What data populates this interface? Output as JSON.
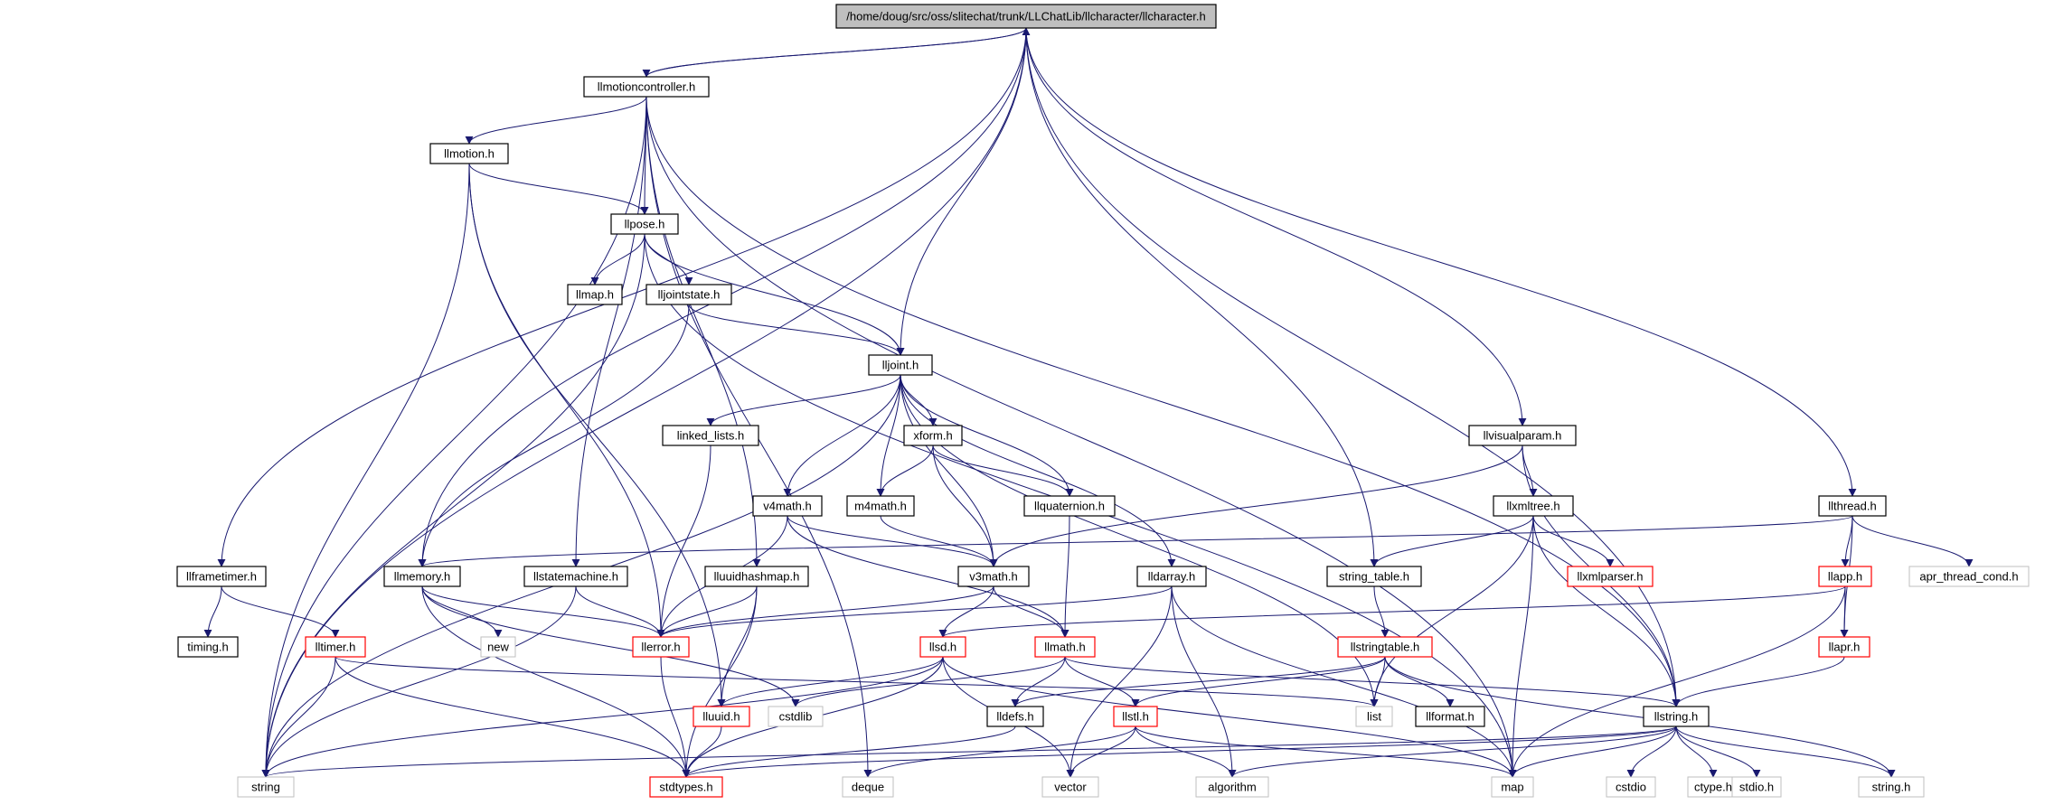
{
  "title_node": "/home/doug/src/oss/slitechat/trunk/LLChatLib/llcharacter/llcharacter.h",
  "colors": {
    "edge": "#191970",
    "box_documented": "#000000",
    "box_truncated": "#ff0000",
    "box_external": "#bfbfbf",
    "root_fill": "#bfbfbf"
  },
  "nodes": {
    "root": "/home/doug/src/oss/slitechat/trunk/LLChatLib/llcharacter/llcharacter.h",
    "llmotioncontroller": "llmotioncontroller.h",
    "llmotion": "llmotion.h",
    "llpose": "llpose.h",
    "llmap": "llmap.h",
    "lljointstate": "lljointstate.h",
    "lljoint": "lljoint.h",
    "linked_lists": "linked_lists.h",
    "xform": "xform.h",
    "v4math": "v4math.h",
    "m4math": "m4math.h",
    "llquaternion": "llquaternion.h",
    "v3math": "v3math.h",
    "llframetimer": "llframetimer.h",
    "timing": "timing.h",
    "lltimer": "lltimer.h",
    "llmemory": "llmemory.h",
    "new": "new",
    "llstatemachine": "llstatemachine.h",
    "lluuidhashmap": "lluuidhashmap.h",
    "llerror": "llerror.h",
    "lldarray": "lldarray.h",
    "llsd": "llsd.h",
    "llmath": "llmath.h",
    "lluuid": "lluuid.h",
    "cstdlib": "cstdlib",
    "lldefs": "lldefs.h",
    "llstl": "llstl.h",
    "list": "list",
    "llformat": "llformat.h",
    "llvisualparam": "llvisualparam.h",
    "llxmltree": "llxmltree.h",
    "string_table": "string_table.h",
    "llxmlparser": "llxmlparser.h",
    "llstringtable": "llstringtable.h",
    "llthread": "llthread.h",
    "llapp": "llapp.h",
    "apr_thread_cond": "apr_thread_cond.h",
    "llapr": "llapr.h",
    "llstring": "llstring.h",
    "string": "string",
    "stdtypes": "stdtypes.h",
    "deque": "deque",
    "vector": "vector",
    "algorithm": "algorithm",
    "map": "map",
    "cstdio": "cstdio",
    "ctype": "ctype.h",
    "stdio": "stdio.h",
    "string_h": "string.h"
  }
}
